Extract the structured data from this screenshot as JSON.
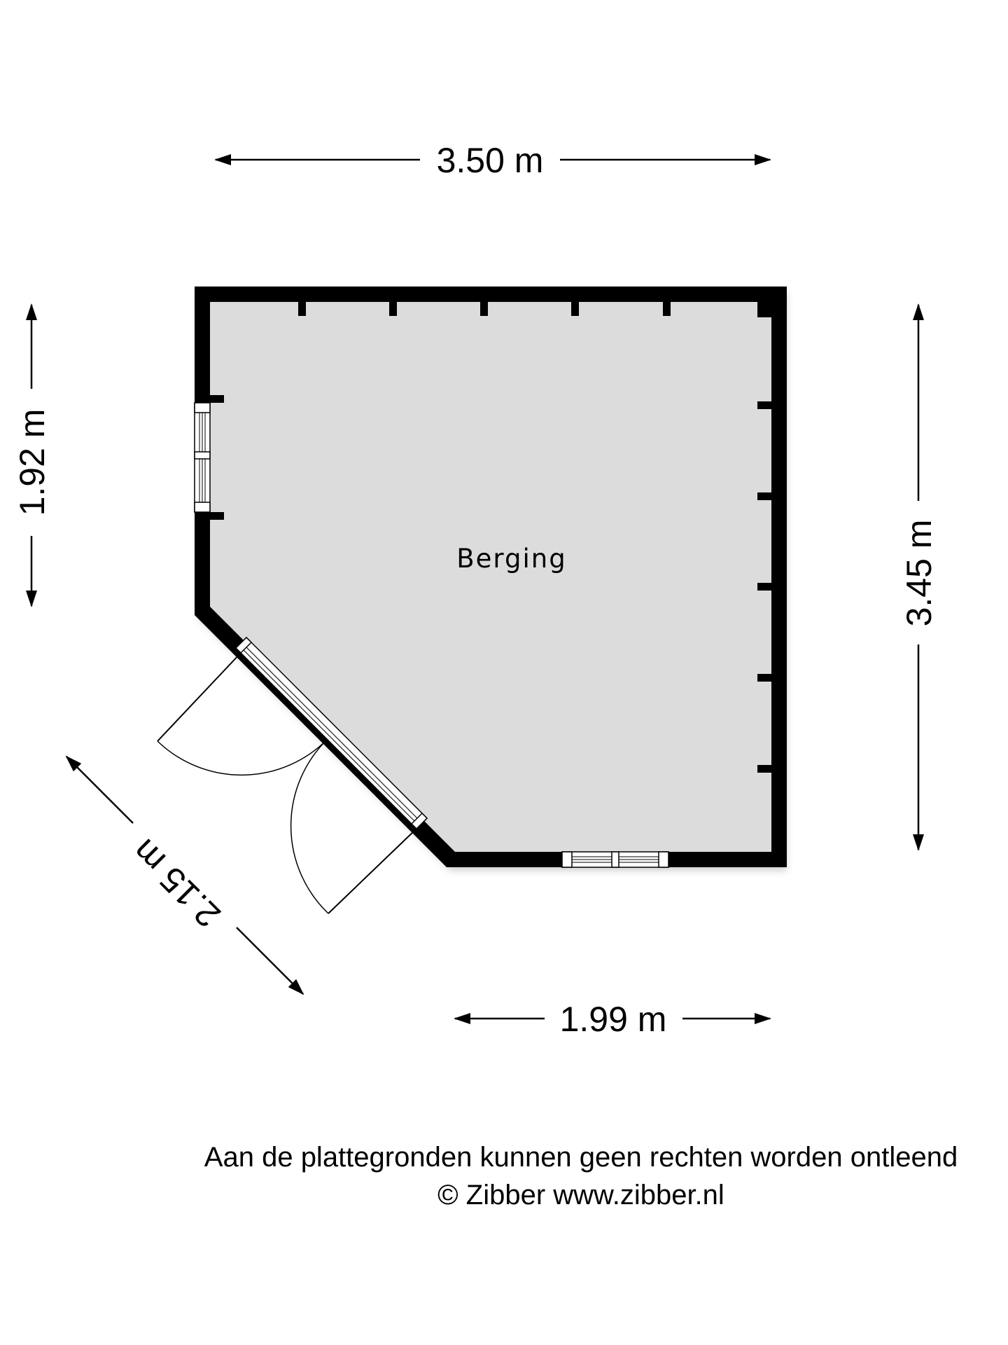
{
  "floorplan": {
    "room_label": "Berging",
    "dimensions": {
      "top_width": "3.50 m",
      "left_height": "1.92 m",
      "right_height": "3.45 m",
      "diagonal": "2.15 m",
      "bottom_width": "1.99 m"
    }
  },
  "footer": {
    "disclaimer": "Aan de plattegronden kunnen geen rechten worden ontleend",
    "copyright": "© Zibber www.zibber.nl"
  },
  "colors": {
    "wall": "#000000",
    "floor": "#dcdcdc",
    "window": "#ffffff"
  }
}
